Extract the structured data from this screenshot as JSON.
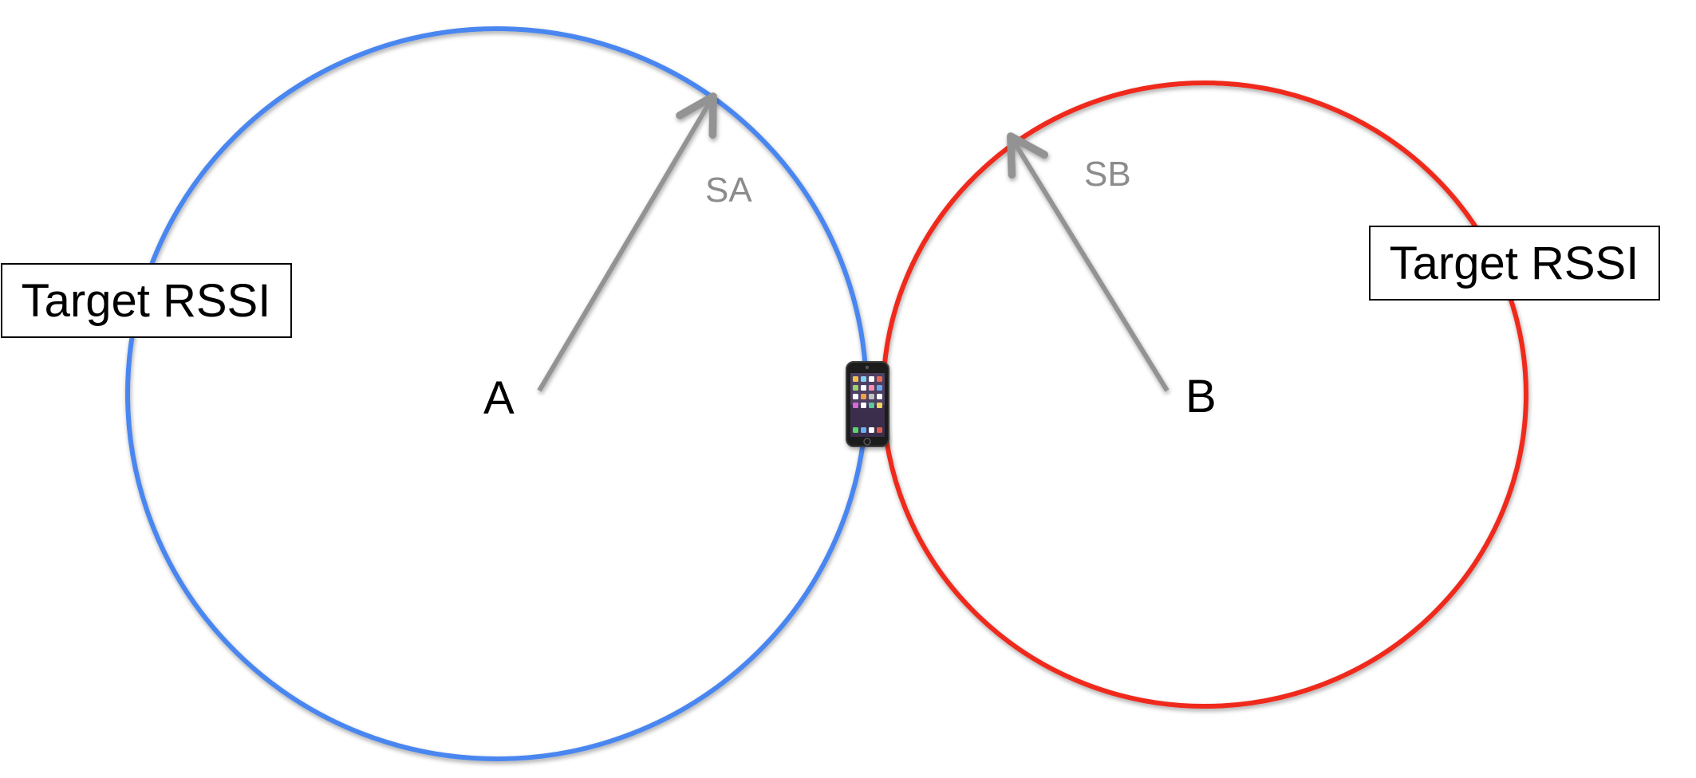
{
  "nodes": {
    "a": {
      "label": "A"
    },
    "b": {
      "label": "B"
    }
  },
  "radii": {
    "a": {
      "label": "SA"
    },
    "b": {
      "label": "SB"
    }
  },
  "boxes": {
    "left": {
      "label": "Target RSSI"
    },
    "right": {
      "label": "Target RSSI"
    }
  },
  "colors": {
    "circle_a": "#4a86f0",
    "circle_b": "#ef2b1f",
    "baseline": "#1a8a1a",
    "radius_arrow": "#939393"
  },
  "icons": {
    "device": "smartphone-icon"
  }
}
